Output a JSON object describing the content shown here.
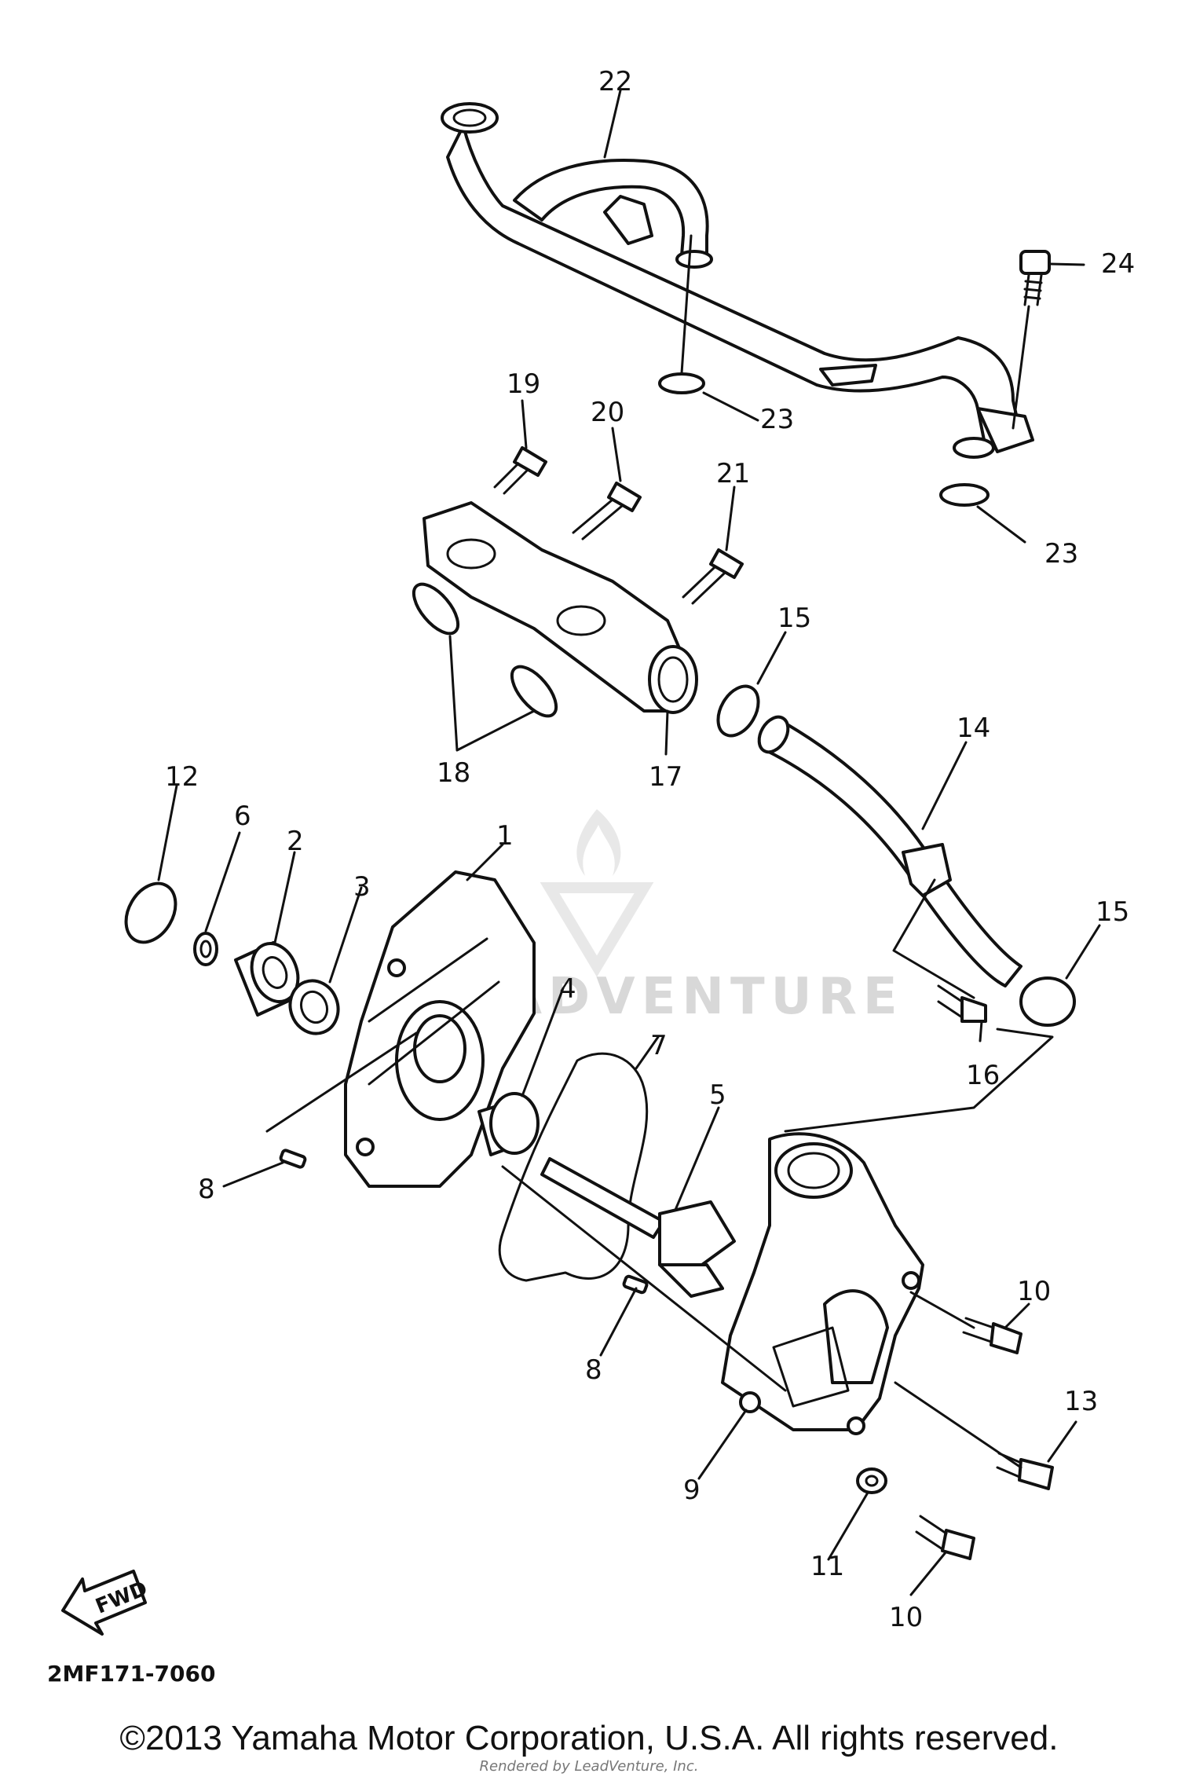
{
  "diagram_code": "2MF171-7060",
  "fwd_label": "FWD",
  "watermark": "LEADVENTURE",
  "copyright": "©2013 Yamaha Motor Corporation, U.S.A. All rights reserved.",
  "render_note": "Rendered by LeadVenture, Inc.",
  "callouts": [
    "1",
    "2",
    "3",
    "4",
    "5",
    "6",
    "7",
    "8",
    "8",
    "9",
    "10",
    "10",
    "11",
    "12",
    "13",
    "14",
    "15",
    "15",
    "16",
    "17",
    "18",
    "19",
    "20",
    "21",
    "22",
    "23",
    "23",
    "24"
  ]
}
